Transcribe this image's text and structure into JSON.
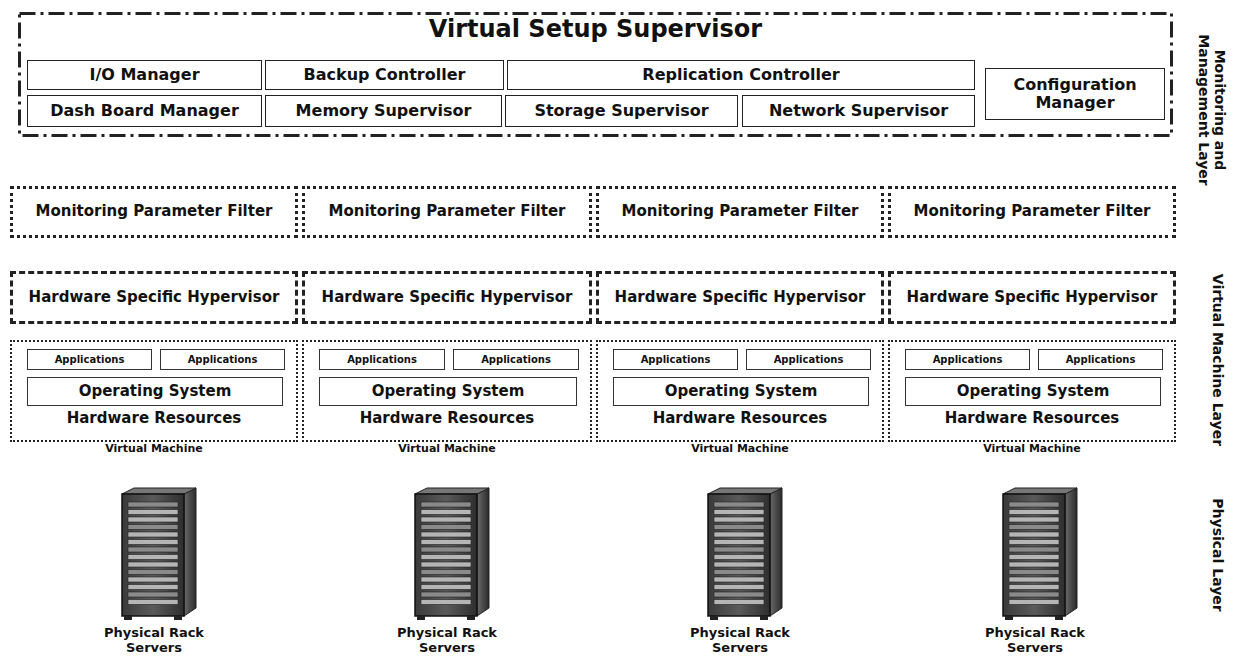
{
  "diagram": {
    "nodes": [
      {
        "text": [
          "Virtual Setup Supervisor"
        ]
      },
      {
        "text": [
          "I/O Manager"
        ],
        "in": 0
      },
      {
        "text": [
          "Backup Controller"
        ],
        "in": 0
      },
      {
        "text": [
          "Replication Controller"
        ],
        "in": 0
      },
      {
        "text": [
          "Configuration Manager"
        ],
        "in": 0
      },
      {
        "text": [
          "Dash Board Manager"
        ],
        "in": 0
      },
      {
        "text": [
          "Memory Supervisor"
        ],
        "in": 0
      },
      {
        "text": [
          "Storage Supervisor"
        ],
        "in": 0
      },
      {
        "text": [
          "Network Supervisor"
        ],
        "in": 0
      },
      {
        "text": [
          "Monitoring Parameter Filter"
        ]
      },
      {
        "text": [
          "Monitoring Parameter Filter"
        ]
      },
      {
        "text": [
          "Monitoring Parameter Filter"
        ]
      },
      {
        "text": [
          "Monitoring Parameter Filter"
        ]
      },
      {
        "text": [
          "Hardware Specific Hypervisor"
        ]
      },
      {
        "text": [
          "Hardware Specific Hypervisor"
        ]
      },
      {
        "text": [
          "Hardware Specific Hypervisor"
        ]
      },
      {
        "text": [
          "Hardware Specific Hypervisor"
        ]
      },
      {
        "text": [
          "Hardware Resources",
          "Virtual Machine"
        ]
      },
      {
        "text": [
          "Applications"
        ],
        "in": 17
      },
      {
        "text": [
          "Applications"
        ],
        "in": 17
      },
      {
        "text": [
          "Operating System"
        ],
        "in": 17
      },
      {
        "text": [
          "Hardware Resources",
          "Virtual Machine"
        ]
      },
      {
        "text": [
          "Applications"
        ],
        "in": 21
      },
      {
        "text": [
          "Applications"
        ],
        "in": 21
      },
      {
        "text": [
          "Operating System"
        ],
        "in": 21
      },
      {
        "text": [
          "Hardware Resources",
          "Virtual Machine"
        ]
      },
      {
        "text": [
          "Applications"
        ],
        "in": 25
      },
      {
        "text": [
          "Applications"
        ],
        "in": 25
      },
      {
        "text": [
          "Operating System"
        ],
        "in": 25
      },
      {
        "text": [
          "Hardware Resources",
          "Virtual Machine"
        ]
      },
      {
        "text": [
          "Applications"
        ],
        "in": 29
      },
      {
        "text": [
          "Applications"
        ],
        "in": 29
      },
      {
        "text": [
          "Operating System"
        ],
        "in": 29
      }
    ],
    "labels": [
      "Physical Rack Servers",
      "Physical Rack Servers",
      "Physical Rack Servers",
      "Physical Rack Servers",
      "Monitoring and Management Layer",
      "Virtual Machine Layer",
      "Physical Layer"
    ]
  }
}
